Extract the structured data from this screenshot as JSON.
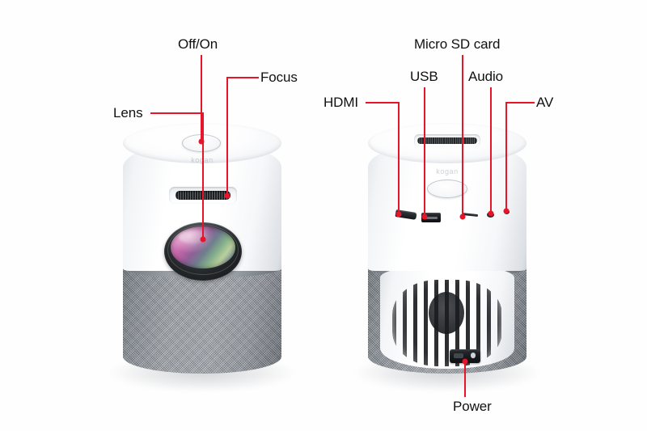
{
  "diagram": {
    "title": "Projector feature callout diagram",
    "background_color": "#fefefe",
    "accent_color": "#e8142a",
    "label_color": "#111111",
    "brand_text": "kogan"
  },
  "left_unit": {
    "name": "front-view",
    "callouts": [
      {
        "id": "lens",
        "label": "Lens"
      },
      {
        "id": "offon",
        "label": "Off/On"
      },
      {
        "id": "focus",
        "label": "Focus"
      }
    ],
    "parts": {
      "lens": "projector-lens",
      "power_button": "off-on-button",
      "focus_slider": "focus-slider",
      "speaker_grille": "speaker-grille"
    }
  },
  "right_unit": {
    "name": "rear-view",
    "callouts": [
      {
        "id": "hdmi",
        "label": "HDMI"
      },
      {
        "id": "usb",
        "label": "USB"
      },
      {
        "id": "sd",
        "label": "Micro SD card"
      },
      {
        "id": "audio",
        "label": "Audio"
      },
      {
        "id": "av",
        "label": "AV"
      },
      {
        "id": "power",
        "label": "Power"
      }
    ],
    "parts": {
      "hdmi_port": "hdmi-port",
      "usb_port": "usb-port",
      "sd_slot": "micro-sd-slot",
      "audio_jack": "audio-jack",
      "av_jack": "av-jack",
      "power_port": "power-port",
      "vent_panel": "rear-vent-panel",
      "fan": "cooling-fan"
    }
  }
}
